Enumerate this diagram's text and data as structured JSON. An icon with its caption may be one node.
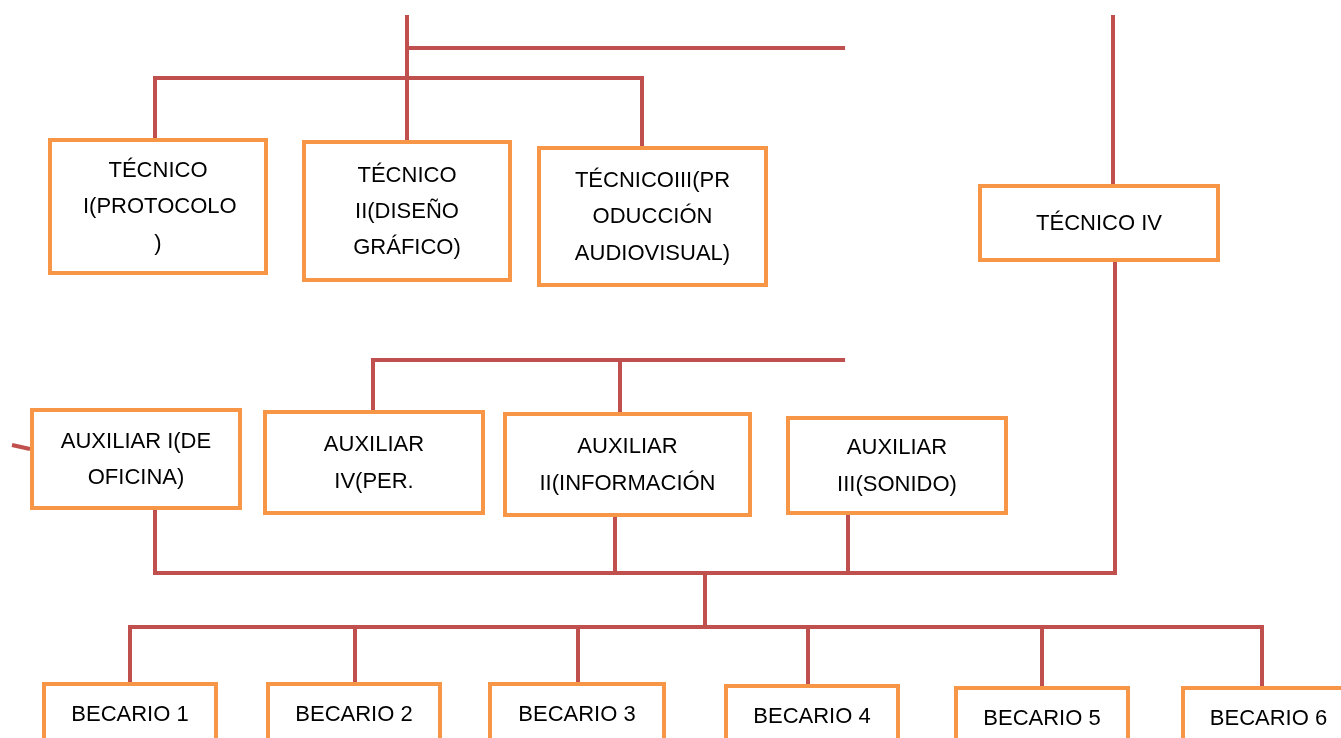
{
  "diagram": {
    "nodes": [
      {
        "text": [
          "TÉCNICO I(PROTOCOLO )"
        ]
      },
      {
        "text": [
          "TÉCNICO II(DISEÑO GRÁFICO)"
        ]
      },
      {
        "text": [
          "TÉCNICOIII(PR ODUCCIÓN AUDIOVISUAL)"
        ]
      },
      {
        "text": [
          "TÉCNICO IV"
        ]
      },
      {
        "text": [
          "AUXILIAR I(DE OFICINA)"
        ]
      },
      {
        "text": [
          "AUXILIAR IV(PER."
        ]
      },
      {
        "text": [
          "AUXILIAR II(INFORMACIÓN"
        ]
      },
      {
        "text": [
          "AUXILIAR III(SONIDO)"
        ]
      },
      {
        "text": [
          "BECARIO 1"
        ]
      },
      {
        "text": [
          "BECARIO 2"
        ]
      },
      {
        "text": [
          "BECARIO 3"
        ]
      },
      {
        "text": [
          "BECARIO 4"
        ]
      },
      {
        "text": [
          "BECARIO 5"
        ]
      },
      {
        "text": [
          "BECARIO 6"
        ]
      }
    ],
    "edges": [
      {
        "from": null,
        "to": 0,
        "arrow": "none"
      },
      {
        "from": null,
        "to": 1,
        "arrow": "none"
      },
      {
        "from": null,
        "to": 2,
        "arrow": "none"
      },
      {
        "from": null,
        "to": 3,
        "arrow": "none"
      },
      {
        "from": null,
        "to": 5,
        "arrow": "none"
      },
      {
        "from": null,
        "to": 6,
        "arrow": "none"
      },
      {
        "from": null,
        "to": 4,
        "arrow": "none"
      },
      {
        "from": 4,
        "to": 8,
        "arrow": "none"
      },
      {
        "from": 4,
        "to": 9,
        "arrow": "none"
      },
      {
        "from": 4,
        "to": 10,
        "arrow": "none"
      },
      {
        "from": 4,
        "to": 11,
        "arrow": "none"
      },
      {
        "from": 4,
        "to": 12,
        "arrow": "none"
      },
      {
        "from": 4,
        "to": 13,
        "arrow": "none"
      },
      {
        "from": 6,
        "to": 8,
        "arrow": "none"
      },
      {
        "from": 6,
        "to": 9,
        "arrow": "none"
      },
      {
        "from": 6,
        "to": 10,
        "arrow": "none"
      },
      {
        "from": 6,
        "to": 11,
        "arrow": "none"
      },
      {
        "from": 6,
        "to": 12,
        "arrow": "none"
      },
      {
        "from": 6,
        "to": 13,
        "arrow": "none"
      },
      {
        "from": 7,
        "to": 8,
        "arrow": "none"
      },
      {
        "from": 7,
        "to": 9,
        "arrow": "none"
      },
      {
        "from": 7,
        "to": 10,
        "arrow": "none"
      },
      {
        "from": 7,
        "to": 11,
        "arrow": "none"
      },
      {
        "from": 7,
        "to": 12,
        "arrow": "none"
      },
      {
        "from": 7,
        "to": 13,
        "arrow": "none"
      },
      {
        "from": 3,
        "to": 8,
        "arrow": "none"
      },
      {
        "from": 3,
        "to": 9,
        "arrow": "none"
      },
      {
        "from": 3,
        "to": 10,
        "arrow": "none"
      },
      {
        "from": 3,
        "to": 11,
        "arrow": "none"
      },
      {
        "from": 3,
        "to": 12,
        "arrow": "none"
      },
      {
        "from": 3,
        "to": 13,
        "arrow": "none"
      }
    ]
  }
}
